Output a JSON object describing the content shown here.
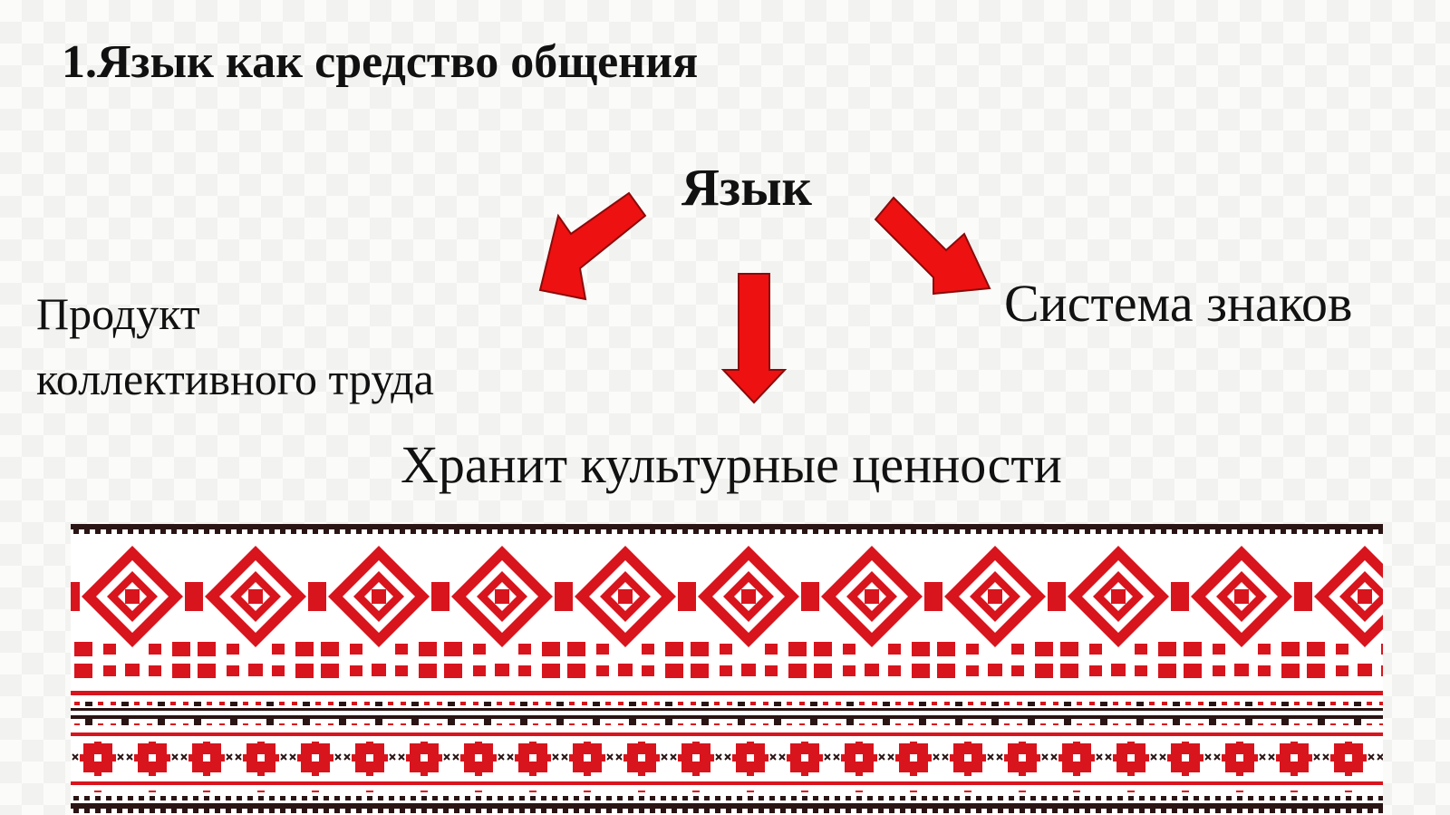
{
  "slide": {
    "title": "1.Язык как средство общения",
    "center_word": "Язык",
    "left_line1": "Продукт",
    "left_line2": "коллективного труда",
    "right_text": "Система знаков",
    "bottom_text": "Хранит культурные ценности"
  },
  "colors": {
    "arrow": "#ee1111",
    "ornament_red": "#d8141d",
    "ornament_dark": "#2a1414"
  },
  "icons": [
    "arrow-down-left-icon",
    "arrow-down-icon",
    "arrow-down-right-icon",
    "embroidery-ornament"
  ]
}
